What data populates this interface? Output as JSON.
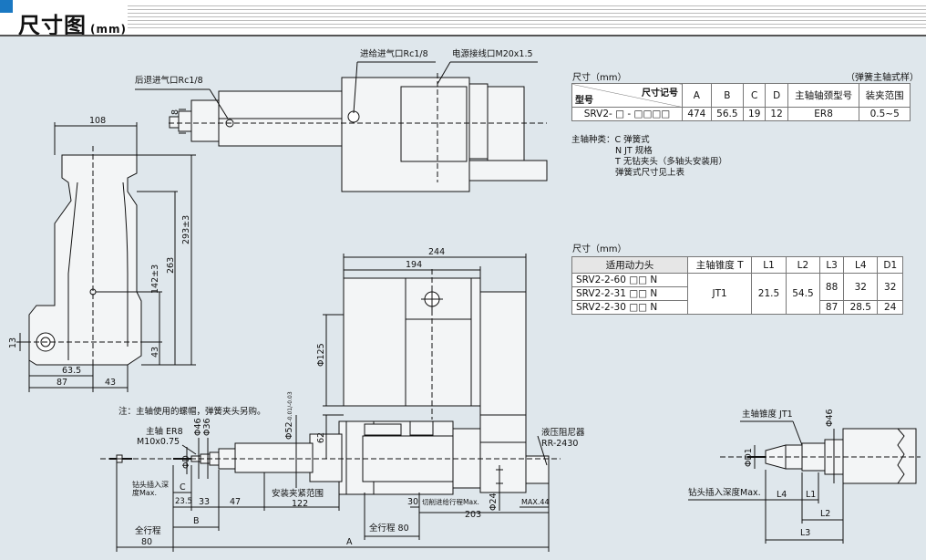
{
  "header": {
    "title": "尺寸图",
    "unit": "(mm)"
  },
  "side_view": {
    "rear_port": "后退进气口Rc1/8",
    "feed_port": "进给进气口Rc1/8",
    "power_port": "电源接线口M20x1.5",
    "dim_108": "108",
    "dim_293": "293±3",
    "dim_263": "263",
    "dim_142": "142±3",
    "dim_43v": "43",
    "dim_13": "13",
    "dim_635": "63.5",
    "dim_87": "87",
    "dim_43h": "43",
    "dim_8": "8"
  },
  "main_view": {
    "dim_244": "244",
    "dim_194": "194",
    "dim_125": "Φ125",
    "dim_62": "62",
    "dim_52": "Φ52",
    "dim_52_tol": "-0.01/-0.03",
    "damper": "液压阻尼器",
    "damper_model": "RR-2430",
    "note": "注：主轴使用的螺帽，弹簧夹头另购。",
    "spindle": "主轴 ER8",
    "thread": "M10x0.75",
    "phi46": "Φ46",
    "phi36": "Φ36",
    "phiD": "ΦD",
    "c": "C",
    "drill_depth": "钻头插入深度Max.",
    "dim_235": "23.5",
    "dim_33": "33",
    "dim_47": "47",
    "clamp_range": "安装夹紧范围",
    "dim_122": "122",
    "dim_30": "30",
    "cut_stroke": "切削进给行程Max.",
    "max44": "MAX.44",
    "phi24": "Φ24",
    "dim_203": "203",
    "stroke80": "全行程 80",
    "B": "B",
    "stroke_total": "全行程",
    "dim_80": "80",
    "A": "A"
  },
  "table1": {
    "caption": "尺寸（mm）",
    "style": "（弹簧主轴式样）",
    "diag_top": "尺寸记号",
    "diag_bottom": "型号",
    "headers": [
      "A",
      "B",
      "C",
      "D",
      "主轴轴颈型号",
      "装夹范围"
    ],
    "row": {
      "model": "SRV2-",
      "boxes": "□ - □□□□",
      "values": [
        "474",
        "56.5",
        "19",
        "12",
        "ER8",
        "0.5~5"
      ]
    }
  },
  "spindle_notes": [
    "主轴种类：C 弹簧式",
    "N JT 规格",
    "T 无钻夹头（多轴头安装用）",
    "弹簧式尺寸见上表"
  ],
  "table2": {
    "caption": "尺寸（mm）",
    "headers": [
      "适用动力头",
      "主轴锥度 T",
      "L1",
      "L2",
      "L3",
      "L4",
      "D1"
    ],
    "rows": [
      {
        "model": "SRV2-2-60",
        "suffix": "□□ N",
        "L3": "88",
        "L4": "32",
        "D1": "32"
      },
      {
        "model": "SRV2-2-31",
        "suffix": "□□ N"
      },
      {
        "model": "SRV2-2-30",
        "suffix": "□□ N",
        "L3": "87",
        "L4": "28.5",
        "D1": "24"
      }
    ],
    "shared": {
      "taper": "JT1",
      "L1": "21.5",
      "L2": "54.5"
    }
  },
  "chuck_view": {
    "taper": "主轴锥度 JT1",
    "phi46": "Φ46",
    "phiD1": "ΦD1",
    "drill_depth": "钻头插入深度Max.",
    "L4": "L4",
    "L1": "L1",
    "L2": "L2",
    "L3": "L3"
  }
}
